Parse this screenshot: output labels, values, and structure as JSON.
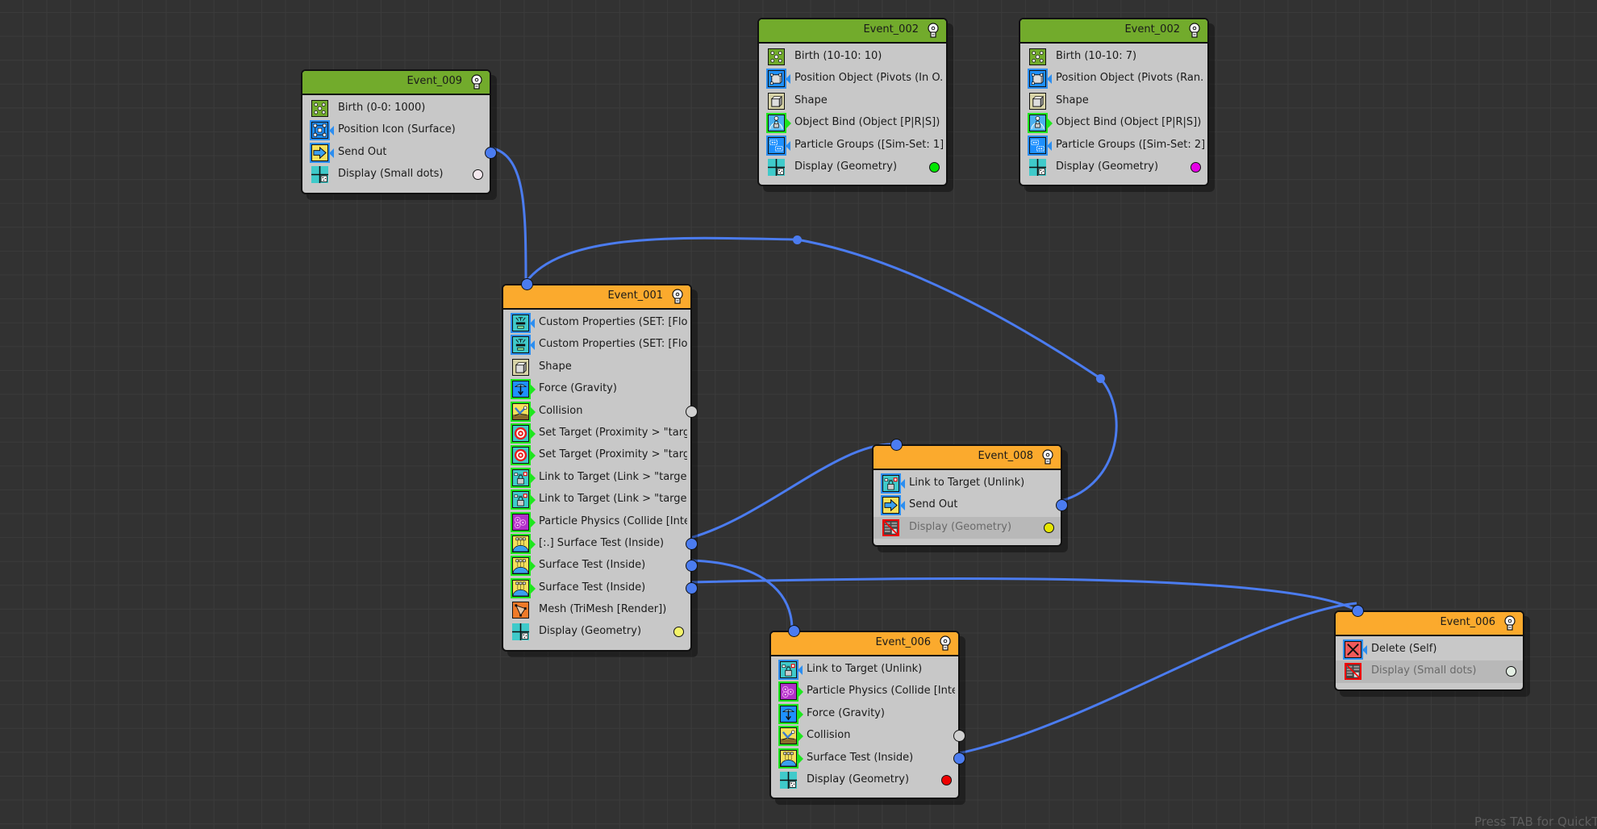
{
  "hint": "Press TAB for QuickType",
  "colors": {
    "wire": "#4b7cf0",
    "event_header_green": "#72ab2c",
    "event_header_orange": "#fbaa2d",
    "node_body": "#c8c8c8",
    "canvas": "#323232"
  },
  "nodes": {
    "event_009": {
      "title": "Event_009",
      "rows": [
        {
          "label": "Birth (0-0: 1000)",
          "icon": "birth-icon"
        },
        {
          "label": "Position Icon (Surface)",
          "icon": "position-icon-icon"
        },
        {
          "label": "Send Out",
          "icon": "send-out-icon"
        },
        {
          "label": "Display (Small dots)",
          "icon": "display-icon",
          "color": "#f3e8ee"
        }
      ]
    },
    "event_002a": {
      "title": "Event_002",
      "rows": [
        {
          "label": "Birth (10-10: 10)",
          "icon": "birth-icon"
        },
        {
          "label": "Position Object (Pivots (In O...",
          "icon": "position-object-icon"
        },
        {
          "label": "Shape",
          "icon": "shape-icon"
        },
        {
          "label": "Object Bind (Object [P|R|S])",
          "icon": "object-bind-icon"
        },
        {
          "label": "Particle Groups ([Sim-Set: 1] )",
          "icon": "particle-groups-icon"
        },
        {
          "label": "Display (Geometry)",
          "icon": "display-icon",
          "color": "#00e600"
        }
      ]
    },
    "event_002b": {
      "title": "Event_002",
      "rows": [
        {
          "label": "Birth (10-10: 7)",
          "icon": "birth-icon"
        },
        {
          "label": "Position Object (Pivots (Ran...",
          "icon": "position-object-icon"
        },
        {
          "label": "Shape",
          "icon": "shape-icon"
        },
        {
          "label": "Object Bind (Object [P|R|S])",
          "icon": "object-bind-icon"
        },
        {
          "label": "Particle Groups ([Sim-Set: 2] )",
          "icon": "particle-groups-icon"
        },
        {
          "label": "Display (Geometry)",
          "icon": "display-icon",
          "color": "#e600e6"
        }
      ]
    },
    "event_001": {
      "title": "Event_001",
      "rows": [
        {
          "label": "Custom Properties (SET: [Flo...",
          "icon": "custom-properties-icon"
        },
        {
          "label": "Custom Properties (SET: [Flo...",
          "icon": "custom-properties-icon"
        },
        {
          "label": "Shape",
          "icon": "shape-icon"
        },
        {
          "label": "Force (Gravity)",
          "icon": "force-icon"
        },
        {
          "label": "Collision",
          "icon": "collision-icon"
        },
        {
          "label": "Set Target (Proximity > \"targ...",
          "icon": "set-target-icon"
        },
        {
          "label": "Set Target (Proximity > \"targ...",
          "icon": "set-target-icon"
        },
        {
          "label": "Link to Target (Link > \"targe...",
          "icon": "link-to-target-icon"
        },
        {
          "label": "Link to Target (Link > \"targe...",
          "icon": "link-to-target-icon"
        },
        {
          "label": "Particle Physics (Collide [Inte...",
          "icon": "particle-physics-icon"
        },
        {
          "label": "[:.] Surface Test (Inside)",
          "icon": "surface-test-icon"
        },
        {
          "label": "Surface Test (Inside)",
          "icon": "surface-test-icon"
        },
        {
          "label": "Surface Test (Inside)",
          "icon": "surface-test-icon"
        },
        {
          "label": "Mesh (TriMesh [Render])",
          "icon": "mesh-icon"
        },
        {
          "label": "Display (Geometry)",
          "icon": "display-icon",
          "color": "#f4f46a"
        }
      ]
    },
    "event_008": {
      "title": "Event_008",
      "rows": [
        {
          "label": "Link to Target (Unlink)",
          "icon": "link-to-target-icon"
        },
        {
          "label": "Send Out",
          "icon": "send-out-icon"
        },
        {
          "label": "Display (Geometry)",
          "icon": "display-disabled-icon",
          "color": "#e6e600",
          "disabled": true
        }
      ]
    },
    "event_006a": {
      "title": "Event_006",
      "rows": [
        {
          "label": "Link to Target (Unlink)",
          "icon": "link-to-target-icon"
        },
        {
          "label": "Particle Physics (Collide [Inte...",
          "icon": "particle-physics-icon"
        },
        {
          "label": "Force (Gravity)",
          "icon": "force-icon"
        },
        {
          "label": "Collision",
          "icon": "collision-icon"
        },
        {
          "label": "Surface Test (Inside)",
          "icon": "surface-test-icon"
        },
        {
          "label": "Display (Geometry)",
          "icon": "display-icon",
          "color": "#ee0000"
        }
      ]
    },
    "event_006b": {
      "title": "Event_006",
      "rows": [
        {
          "label": "Delete (Self)",
          "icon": "delete-icon"
        },
        {
          "label": "Display (Small dots)",
          "icon": "display-disabled-icon",
          "color": "#e4efe4",
          "disabled": true
        }
      ]
    }
  },
  "connections": [
    {
      "from": "Event_009 / Send Out",
      "to": "Event_001"
    },
    {
      "from": "Event_008 / Send Out",
      "to": "Event_001"
    },
    {
      "from": "Event_001 / [:.] Surface Test (Inside)",
      "to": "Event_008"
    },
    {
      "from": "Event_001 / Surface Test (Inside)",
      "to": "Event_006 (bottom)"
    },
    {
      "from": "Event_001 / Surface Test (Inside)",
      "to": "Event_006 (right)"
    },
    {
      "from": "Event_006 (bottom) / Surface Test (Inside)",
      "to": "Event_006 (right)"
    }
  ]
}
